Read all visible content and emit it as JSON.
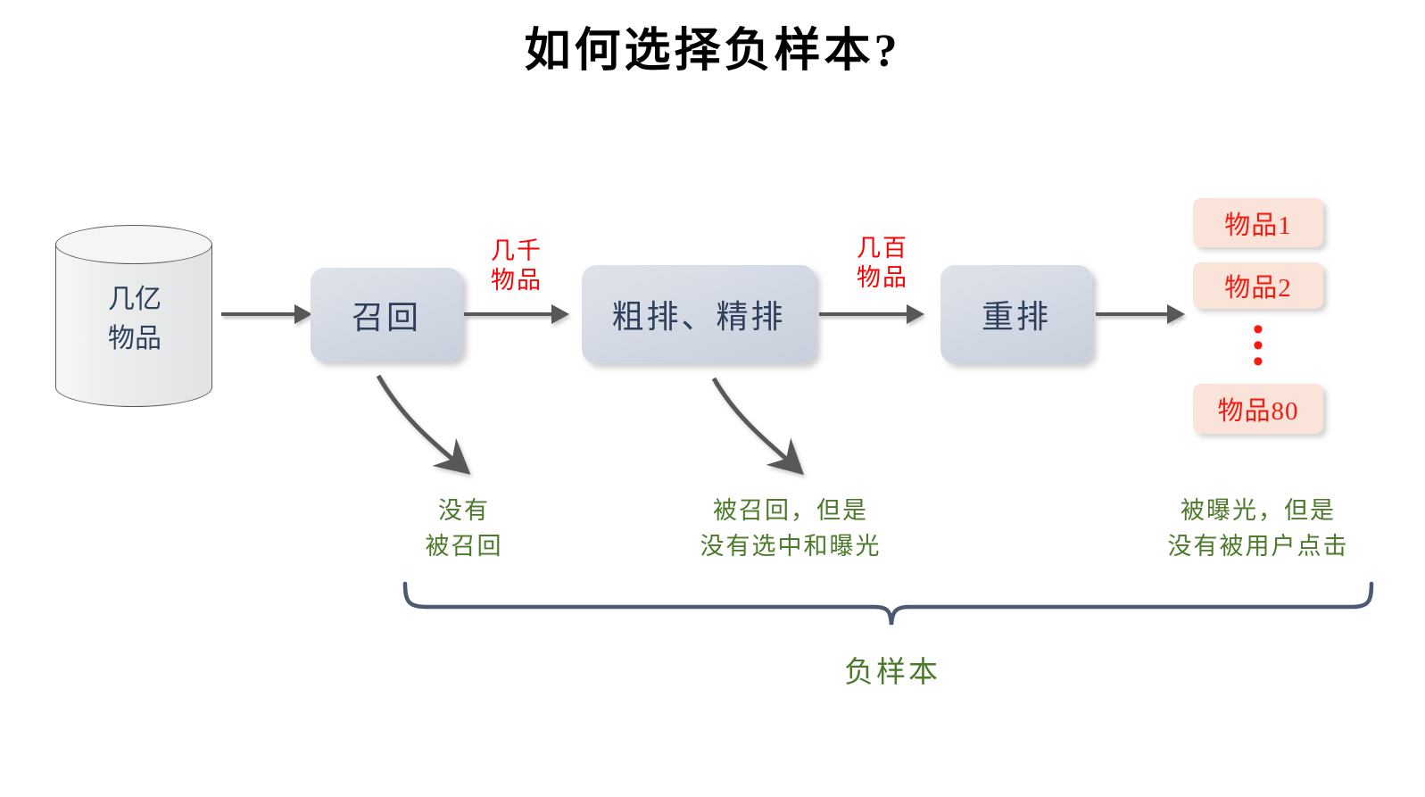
{
  "title": "如何选择负样本?",
  "source": {
    "label": "几亿\n物品",
    "shape": "cylinder-icon",
    "text_color": "#2e3f5c"
  },
  "stages": [
    {
      "id": "recall",
      "label": "召回"
    },
    {
      "id": "ranking",
      "label": "粗排、精排"
    },
    {
      "id": "rerank",
      "label": "重排"
    }
  ],
  "flow_labels": [
    {
      "id": "after-recall",
      "label": "几千\n物品",
      "color": "#ff0000"
    },
    {
      "id": "after-ranking",
      "label": "几百\n物品",
      "color": "#ff0000"
    }
  ],
  "items": [
    {
      "label": "物品1"
    },
    {
      "label": "物品2"
    },
    {
      "label": "物品80"
    }
  ],
  "items_ellipsis": "⋮",
  "notes": [
    {
      "id": "not-recalled",
      "label": "没有\n被召回"
    },
    {
      "id": "not-selected",
      "label": "被召回，但是\n没有选中和曝光"
    },
    {
      "id": "not-clicked",
      "label": "被曝光，但是\n没有被用户点击"
    }
  ],
  "brace": {
    "label": "负样本",
    "color": "#4c7a2b",
    "stroke": "#4a5a72"
  },
  "colors": {
    "box_fill": "#d2d8e3",
    "box_text": "#2e3f5c",
    "item_fill": "#fae4da",
    "item_text": "#f51b10",
    "arrow": "#58585a",
    "note_green": "#4c7a2b",
    "flow_red": "#ff0000"
  }
}
